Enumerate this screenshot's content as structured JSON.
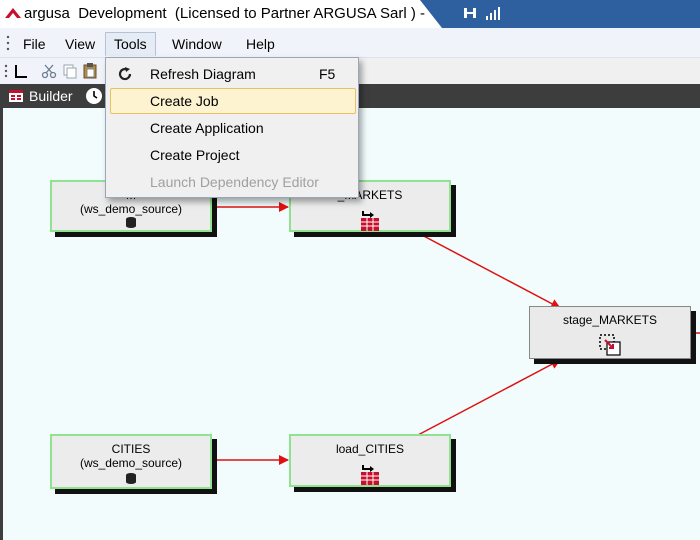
{
  "window": {
    "title": "argusa  Development  (Licensed to Partner ARGUSA Sarl ) -",
    "icons": [
      "argusa-logo-icon",
      "connection-icon",
      "signal-icon"
    ]
  },
  "menubar": {
    "items": [
      "File",
      "View",
      "Tools",
      "Window",
      "Help"
    ],
    "active": "Tools"
  },
  "toolbar": {
    "icons": [
      "select-tool-icon",
      "cut-icon",
      "copy-icon",
      "paste-icon"
    ]
  },
  "builder": {
    "label": "Builder",
    "icons": [
      "builder-icon",
      "clock-icon"
    ]
  },
  "tools_menu": {
    "items": [
      {
        "label": "Refresh Diagram",
        "shortcut": "F5",
        "icon": "refresh-icon",
        "state": "normal"
      },
      {
        "label": "Create Job",
        "shortcut": "",
        "icon": "",
        "state": "highlighted"
      },
      {
        "label": "Create Application",
        "shortcut": "",
        "icon": "",
        "state": "normal"
      },
      {
        "label": "Create Project",
        "shortcut": "",
        "icon": "",
        "state": "normal"
      },
      {
        "label": "Launch Dependency Editor",
        "shortcut": "",
        "icon": "",
        "state": "disabled"
      }
    ]
  },
  "diagram": {
    "nodes": [
      {
        "id": "source-markets",
        "line1": "M",
        "line2": "(ws_demo_source)",
        "icon": "database-icon",
        "border": "#8fe28f"
      },
      {
        "id": "load-markets",
        "line1": "_MARKETS",
        "line2": "",
        "icon": "load-table-icon",
        "border": "#8fe28f"
      },
      {
        "id": "stage-markets",
        "line1": "stage_MARKETS",
        "line2": "",
        "icon": "stage-table-icon",
        "border": "#888888"
      },
      {
        "id": "source-cities",
        "line1": "CITIES",
        "line2": "(ws_demo_source)",
        "icon": "database-icon",
        "border": "#8fe28f"
      },
      {
        "id": "load-cities",
        "line1": "load_CITIES",
        "line2": "",
        "icon": "load-table-icon",
        "border": "#8fe28f"
      }
    ],
    "link_color": "#e01010"
  }
}
